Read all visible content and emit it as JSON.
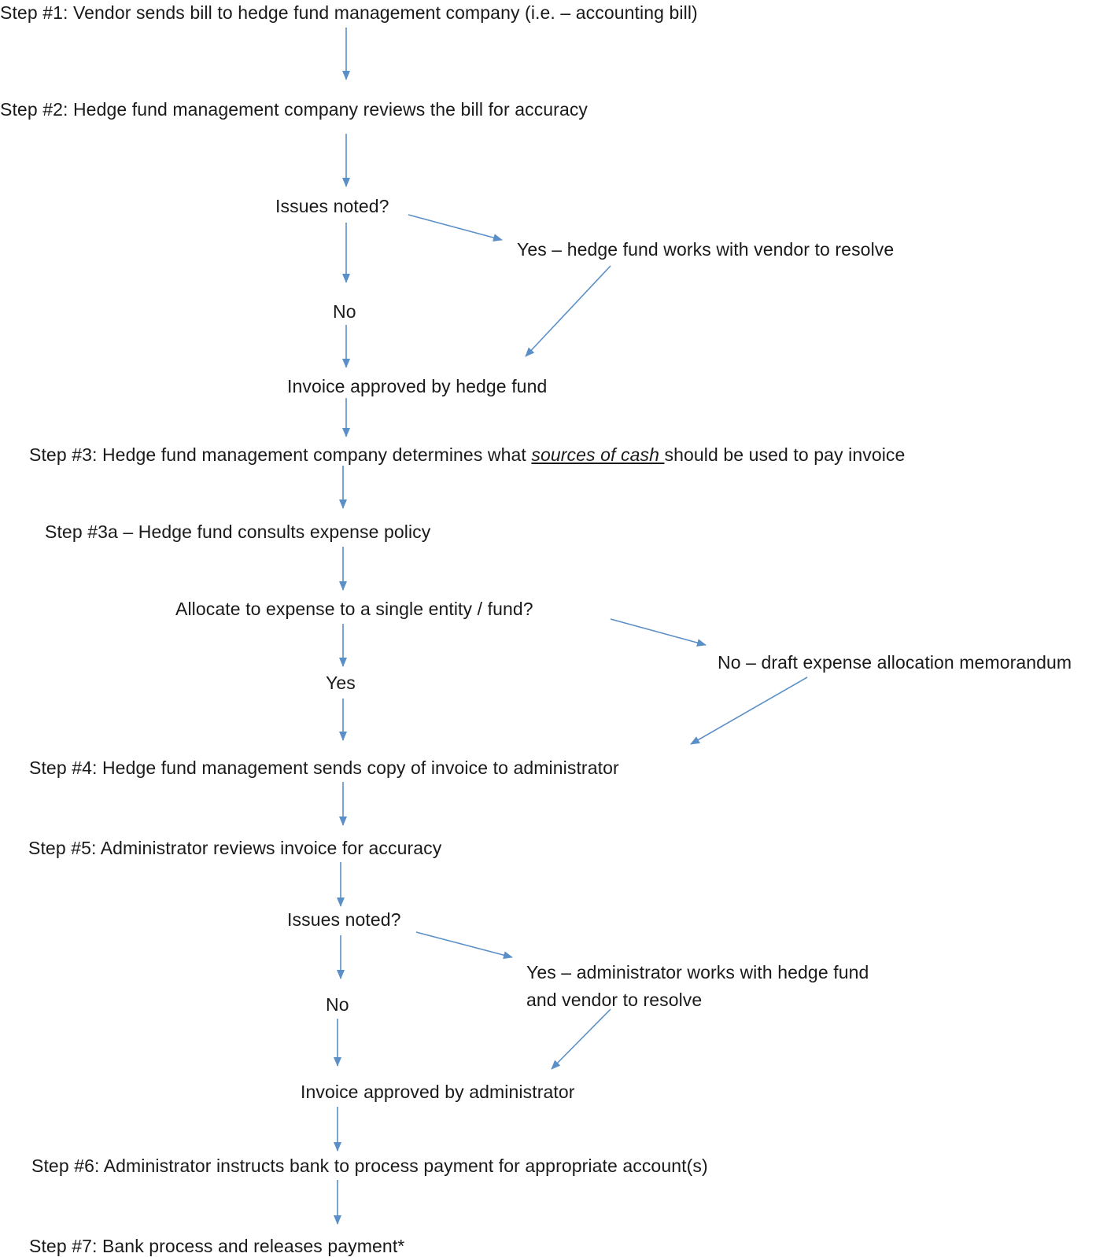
{
  "nodes": {
    "step1": "Step #1: Vendor sends bill to hedge fund management company (i.e. – accounting bill)",
    "step2": "Step #2: Hedge fund management company reviews the bill for accuracy",
    "issues1": "Issues noted?",
    "yes1": "Yes – hedge fund works with vendor to resolve",
    "no1": "No",
    "approved_hf": "Invoice approved by hedge fund",
    "step3_pre": "Step #3: Hedge fund management company determines what ",
    "step3_em": "sources of cash ",
    "step3_post": "should be used to pay invoice",
    "step3a": "Step #3a – Hedge fund consults expense policy",
    "allocate": "Allocate to expense to a single entity / fund?",
    "no_memo": "No – draft expense allocation memorandum",
    "yes2": "Yes",
    "step4": "Step #4: Hedge fund management sends copy of invoice to administrator",
    "step5": "Step #5: Administrator reviews invoice for accuracy",
    "issues2": "Issues noted?",
    "yes3_line1": "Yes – administrator works with hedge fund",
    "yes3_line2": "and vendor to resolve",
    "no2": "No",
    "approved_admin": "Invoice approved by administrator",
    "step6": "Step #6: Administrator instructs bank to process payment for appropriate account(s)",
    "step7": "Step #7: Bank process and releases payment*"
  },
  "colors": {
    "arrow": "#5b8fc7",
    "text": "#1a1a1a"
  }
}
